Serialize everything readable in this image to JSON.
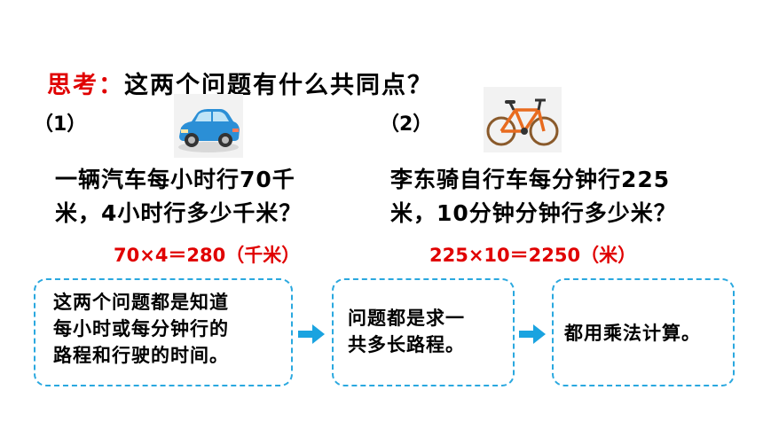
{
  "heading": {
    "keyword": "思考：",
    "question": "这两个问题有什么共同点？"
  },
  "problem1": {
    "number": "（1）",
    "icon": "car-icon",
    "lines": [
      "一辆汽车每小时行70千",
      "米，4小时行多少千米？"
    ],
    "equation": "70×4＝280（千米）"
  },
  "problem2": {
    "number": "（2）",
    "icon": "bicycle-icon",
    "lines": [
      "李东骑自行车每分钟行225",
      "米，10分钟分钟行多少米？"
    ],
    "equation": "225×10＝2250（米）"
  },
  "steps": [
    {
      "lines": [
        "这两个问题都是知道",
        "每小时或每分钟行的",
        "路程和行驶的时间。"
      ]
    },
    {
      "lines": [
        "问题都是求一",
        "共多长路程。"
      ]
    },
    {
      "lines": [
        "都用乘法计算。"
      ]
    }
  ],
  "colors": {
    "accent_red": "#e00000",
    "box_border": "#2aa8df",
    "arrow": "#1aa3e0"
  }
}
